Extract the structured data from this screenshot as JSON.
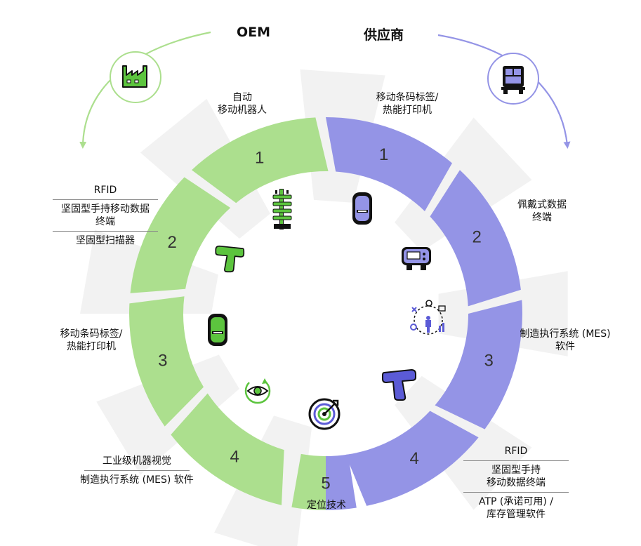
{
  "colors": {
    "oem": "#acdf8e",
    "oem_dark": "#5cc43e",
    "supplier": "#9494e6",
    "supplier_dark": "#5b5bd6",
    "ink": "#111111"
  },
  "headers": {
    "oem": "OEM",
    "supplier": "供应商"
  },
  "header_icons": {
    "oem": "factory-icon",
    "supplier": "delivery-truck-icon"
  },
  "oem": {
    "segments": [
      {
        "number": "1",
        "icon": "autonomous-mobile-robot-icon",
        "label_groups": [
          [
            "自动",
            "移动机器人"
          ]
        ]
      },
      {
        "number": "2",
        "icon": "rugged-handheld-scanner-icon",
        "label_groups": [
          [
            "RFID"
          ],
          [
            "坚固型手持移动数据",
            "终端"
          ],
          [
            "坚固型扫描器"
          ]
        ]
      },
      {
        "number": "3",
        "icon": "mobile-label-printer-icon",
        "label_groups": [
          [
            "移动条码标签/",
            "热能打印机"
          ]
        ]
      },
      {
        "number": "4",
        "icon": "machine-vision-eye-icon",
        "label_groups": [
          [
            "工业级机器视觉"
          ],
          [
            "制造执行系统 (MES) 软件"
          ]
        ]
      }
    ]
  },
  "supplier": {
    "segments": [
      {
        "number": "1",
        "icon": "mobile-label-printer-icon",
        "label_groups": [
          [
            "移动条码标签/",
            "热能打印机"
          ]
        ]
      },
      {
        "number": "2",
        "icon": "wearable-terminal-icon",
        "label_groups": [
          [
            "佩戴式数据",
            "终端"
          ]
        ]
      },
      {
        "number": "3",
        "icon": "mes-software-network-icon",
        "label_groups": [
          [
            "制造执行系统 (MES)",
            "软件"
          ]
        ]
      },
      {
        "number": "4",
        "icon": "rugged-handheld-scanner-icon",
        "label_groups": [
          [
            "RFID"
          ],
          [
            "坚固型手持",
            "移动数据终端"
          ],
          [
            "ATP (承诺可用) /",
            "库存管理软件"
          ]
        ]
      }
    ]
  },
  "shared_segment": {
    "number": "5",
    "icon": "location-target-icon",
    "label_groups": [
      [
        "定位技术"
      ]
    ]
  }
}
